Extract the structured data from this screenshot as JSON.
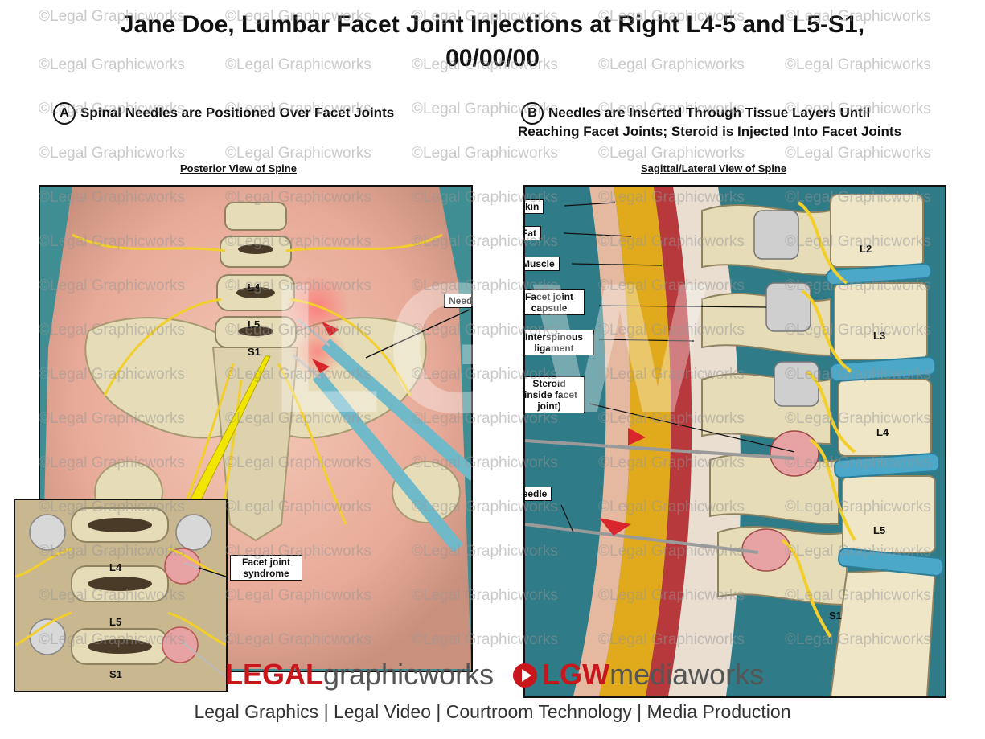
{
  "title": {
    "line1": "Jane Doe, Lumbar Facet Joint Injections at Right L4-5 and L5-S1,",
    "line2": "00/00/00"
  },
  "panel_a": {
    "letter": "A",
    "caption": "Spinal Needles are Positioned Over Facet Joints",
    "view": "Posterior View of Spine",
    "labels": {
      "needle": "Needle",
      "l4": "L4",
      "l5": "L5",
      "s1": "S1"
    },
    "inset": {
      "callout": "Facet joint syndrome",
      "l4": "L4",
      "l5": "L5",
      "s1": "S1"
    }
  },
  "panel_b": {
    "letter": "B",
    "caption_line1": "Needles are Inserted Through Tissue Layers Until",
    "caption_line2": "Reaching Facet Joints; Steroid is Injected Into Facet Joints",
    "view": "Sagittal/Lateral View of Spine",
    "labels": {
      "skin": "Skin",
      "fat": "Fat",
      "muscle": "Muscle",
      "facet_capsule": "Facet joint capsule",
      "interspinous": "Interspinous ligament",
      "steroid": "Steroid (inside facet joint)",
      "needle": "Needle"
    },
    "vertebrae": {
      "l2": "L2",
      "l3": "L3",
      "l4": "L4",
      "l5": "L5",
      "s1": "S1"
    }
  },
  "watermark": "©Legal Graphicworks",
  "center_watermark": "LGW",
  "footer": {
    "brand1_bold": "LEGAL",
    "brand1_rest": "graphicworks",
    "brand2_bold": "LGW",
    "brand2_rest": "mediaworks",
    "tagline": "Legal Graphics | Legal Video | Courtroom Technology | Media Production"
  },
  "colors": {
    "teal": "#3e8e93",
    "bone": "#e6dcb8",
    "nerve": "#f2cf2a",
    "fat": "#e0aa1c",
    "muscle": "#b8393c",
    "disc": "#4ba8c8",
    "brand_red": "#c8161d"
  }
}
